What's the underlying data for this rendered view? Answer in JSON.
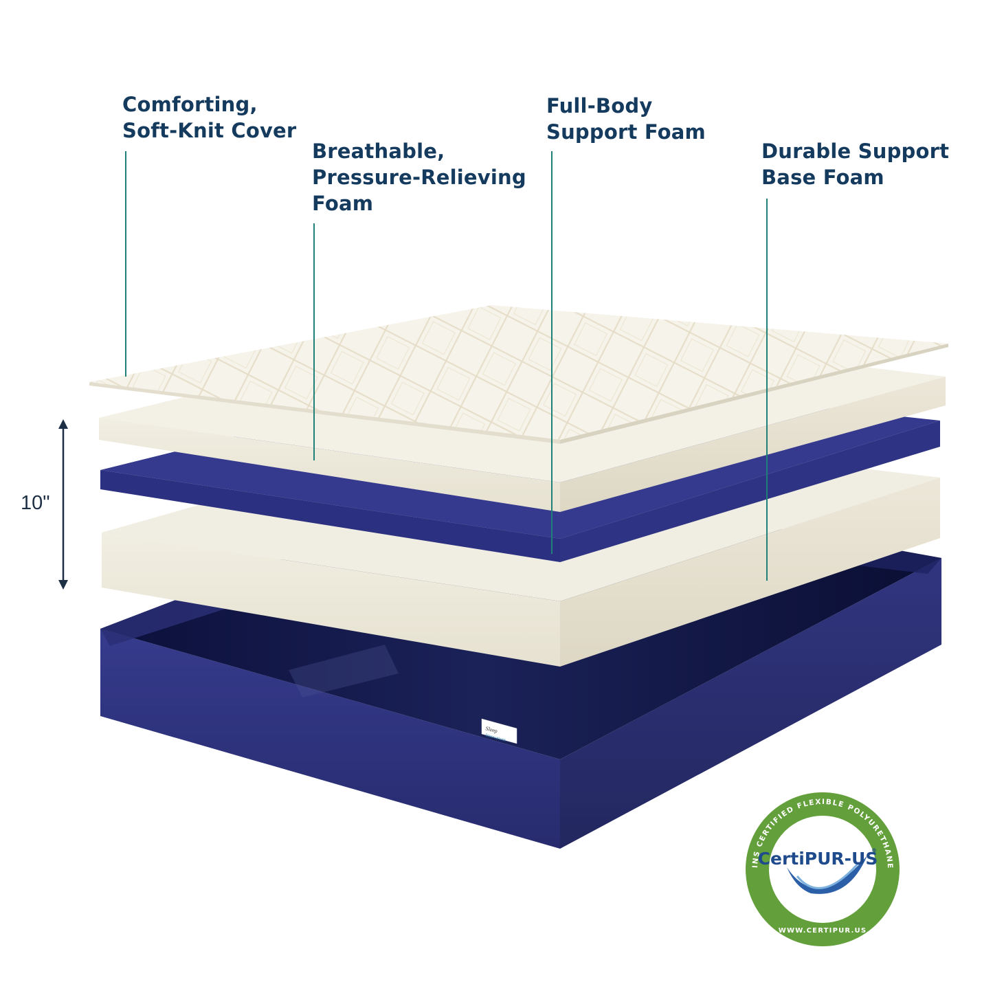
{
  "callouts": {
    "cover": {
      "line1": "Comforting,",
      "line2": "Soft-Knit Cover"
    },
    "comfort": {
      "line1": "Breathable,",
      "line2": "Pressure-Relieving",
      "line3": "Foam"
    },
    "support": {
      "line1": "Full-Body",
      "line2": "Support Foam"
    },
    "base": {
      "line1": "Durable Support",
      "line2": "Base Foam"
    }
  },
  "height": {
    "label": "10\""
  },
  "brand_tag": {
    "line1": "Sleep",
    "line2": "Innovations"
  },
  "certification": {
    "name": "CertiPUR-US",
    "registered": "®",
    "ring_text": "CONTAINS CERTIFIED FLEXIBLE POLYURETHANE FOAM",
    "website": "WWW.CERTIPUR.US"
  },
  "colors": {
    "text": "#143a5e",
    "leader_line": "#1f7f79",
    "navy": "#2f3483",
    "cream": "#efebde",
    "cert_green": "#63a03c"
  }
}
